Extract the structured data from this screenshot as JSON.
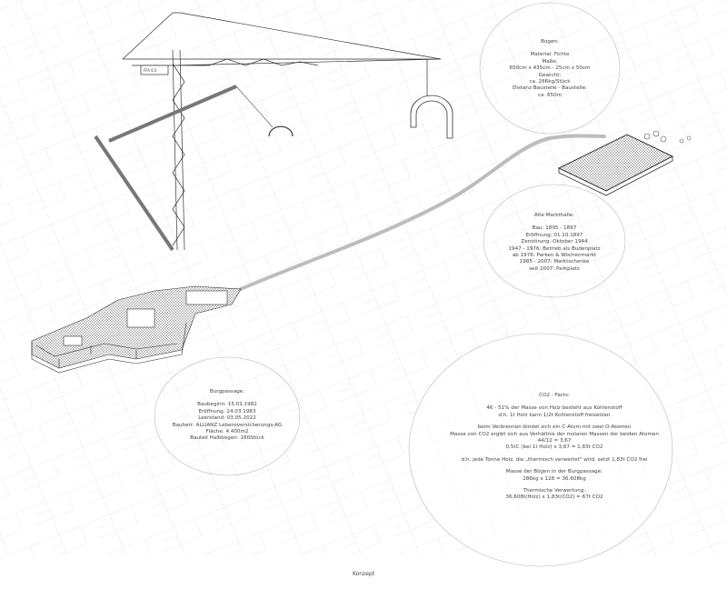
{
  "crane": {
    "label": "FFA 6.5"
  },
  "bogen": {
    "title": "Bogen:",
    "lines": [
      "Material: Fichte",
      "Maße:",
      "650cm x 435cm - 25cm x 50cm",
      "Gewicht:",
      "ca. 286kg/Stück",
      "Distanz Baustelle - Baustelle:",
      "ca. 650m"
    ]
  },
  "markthalle": {
    "title": "Alte Markthalle:",
    "lines": [
      "Bau: 1895 - 1897",
      "Eröffnung: 01.10.1897",
      "Zerstörung: Oktober 1944",
      "1947 - 1976: Betrieb als Budenplatz",
      "ab 1976: Parken & Wochenmarkt",
      "1985 - 2007: Marktschenke",
      "seit 2007: Parkplatz"
    ]
  },
  "burgpassage": {
    "title": "Burgpassage:",
    "lines": [
      "Baubeginn: 15.01.1982",
      "Eröffnung: 24.03.1983",
      "Leerstand: 03.05.2022",
      "Bauherr: ALLIANZ Lebensversicherungs-AG",
      "Fläche: 4.400m2",
      "Bauteil Halbbogen: 180Stück"
    ]
  },
  "co2": {
    "title": "CO2 - Facts:",
    "p1": [
      "46 - 51% der Masse von Holz besteht aus Kohlenstoff",
      "d.h. 1t Holz kann 1/2t Kohlenstoff freisetzen"
    ],
    "p2": [
      "beim Verbrennen bindet sich ein C-Atom mit zwei O-Atomen",
      "Masse von CO2 ergibt  sich aus Verhältnis der molaren Massen der beiden Atomen",
      "44/12 = 3,67",
      "0,5tC (bei 1t Holz) x 3,67 = 1,83t CO2"
    ],
    "p3": [
      "d.h. jede Tonne Holz, die „thermisch verwertet\" wird, setzt 1,83t CO2 frei"
    ],
    "p4": [
      "Masse der Bögen in der Burgpassage:",
      "286kg x 128 = 36.608kg"
    ],
    "p5": [
      "Thermische Verwertung:",
      "36,608t(Holz) x 1,83t(CO2) = 67t CO2"
    ]
  },
  "caption": "Konzept"
}
